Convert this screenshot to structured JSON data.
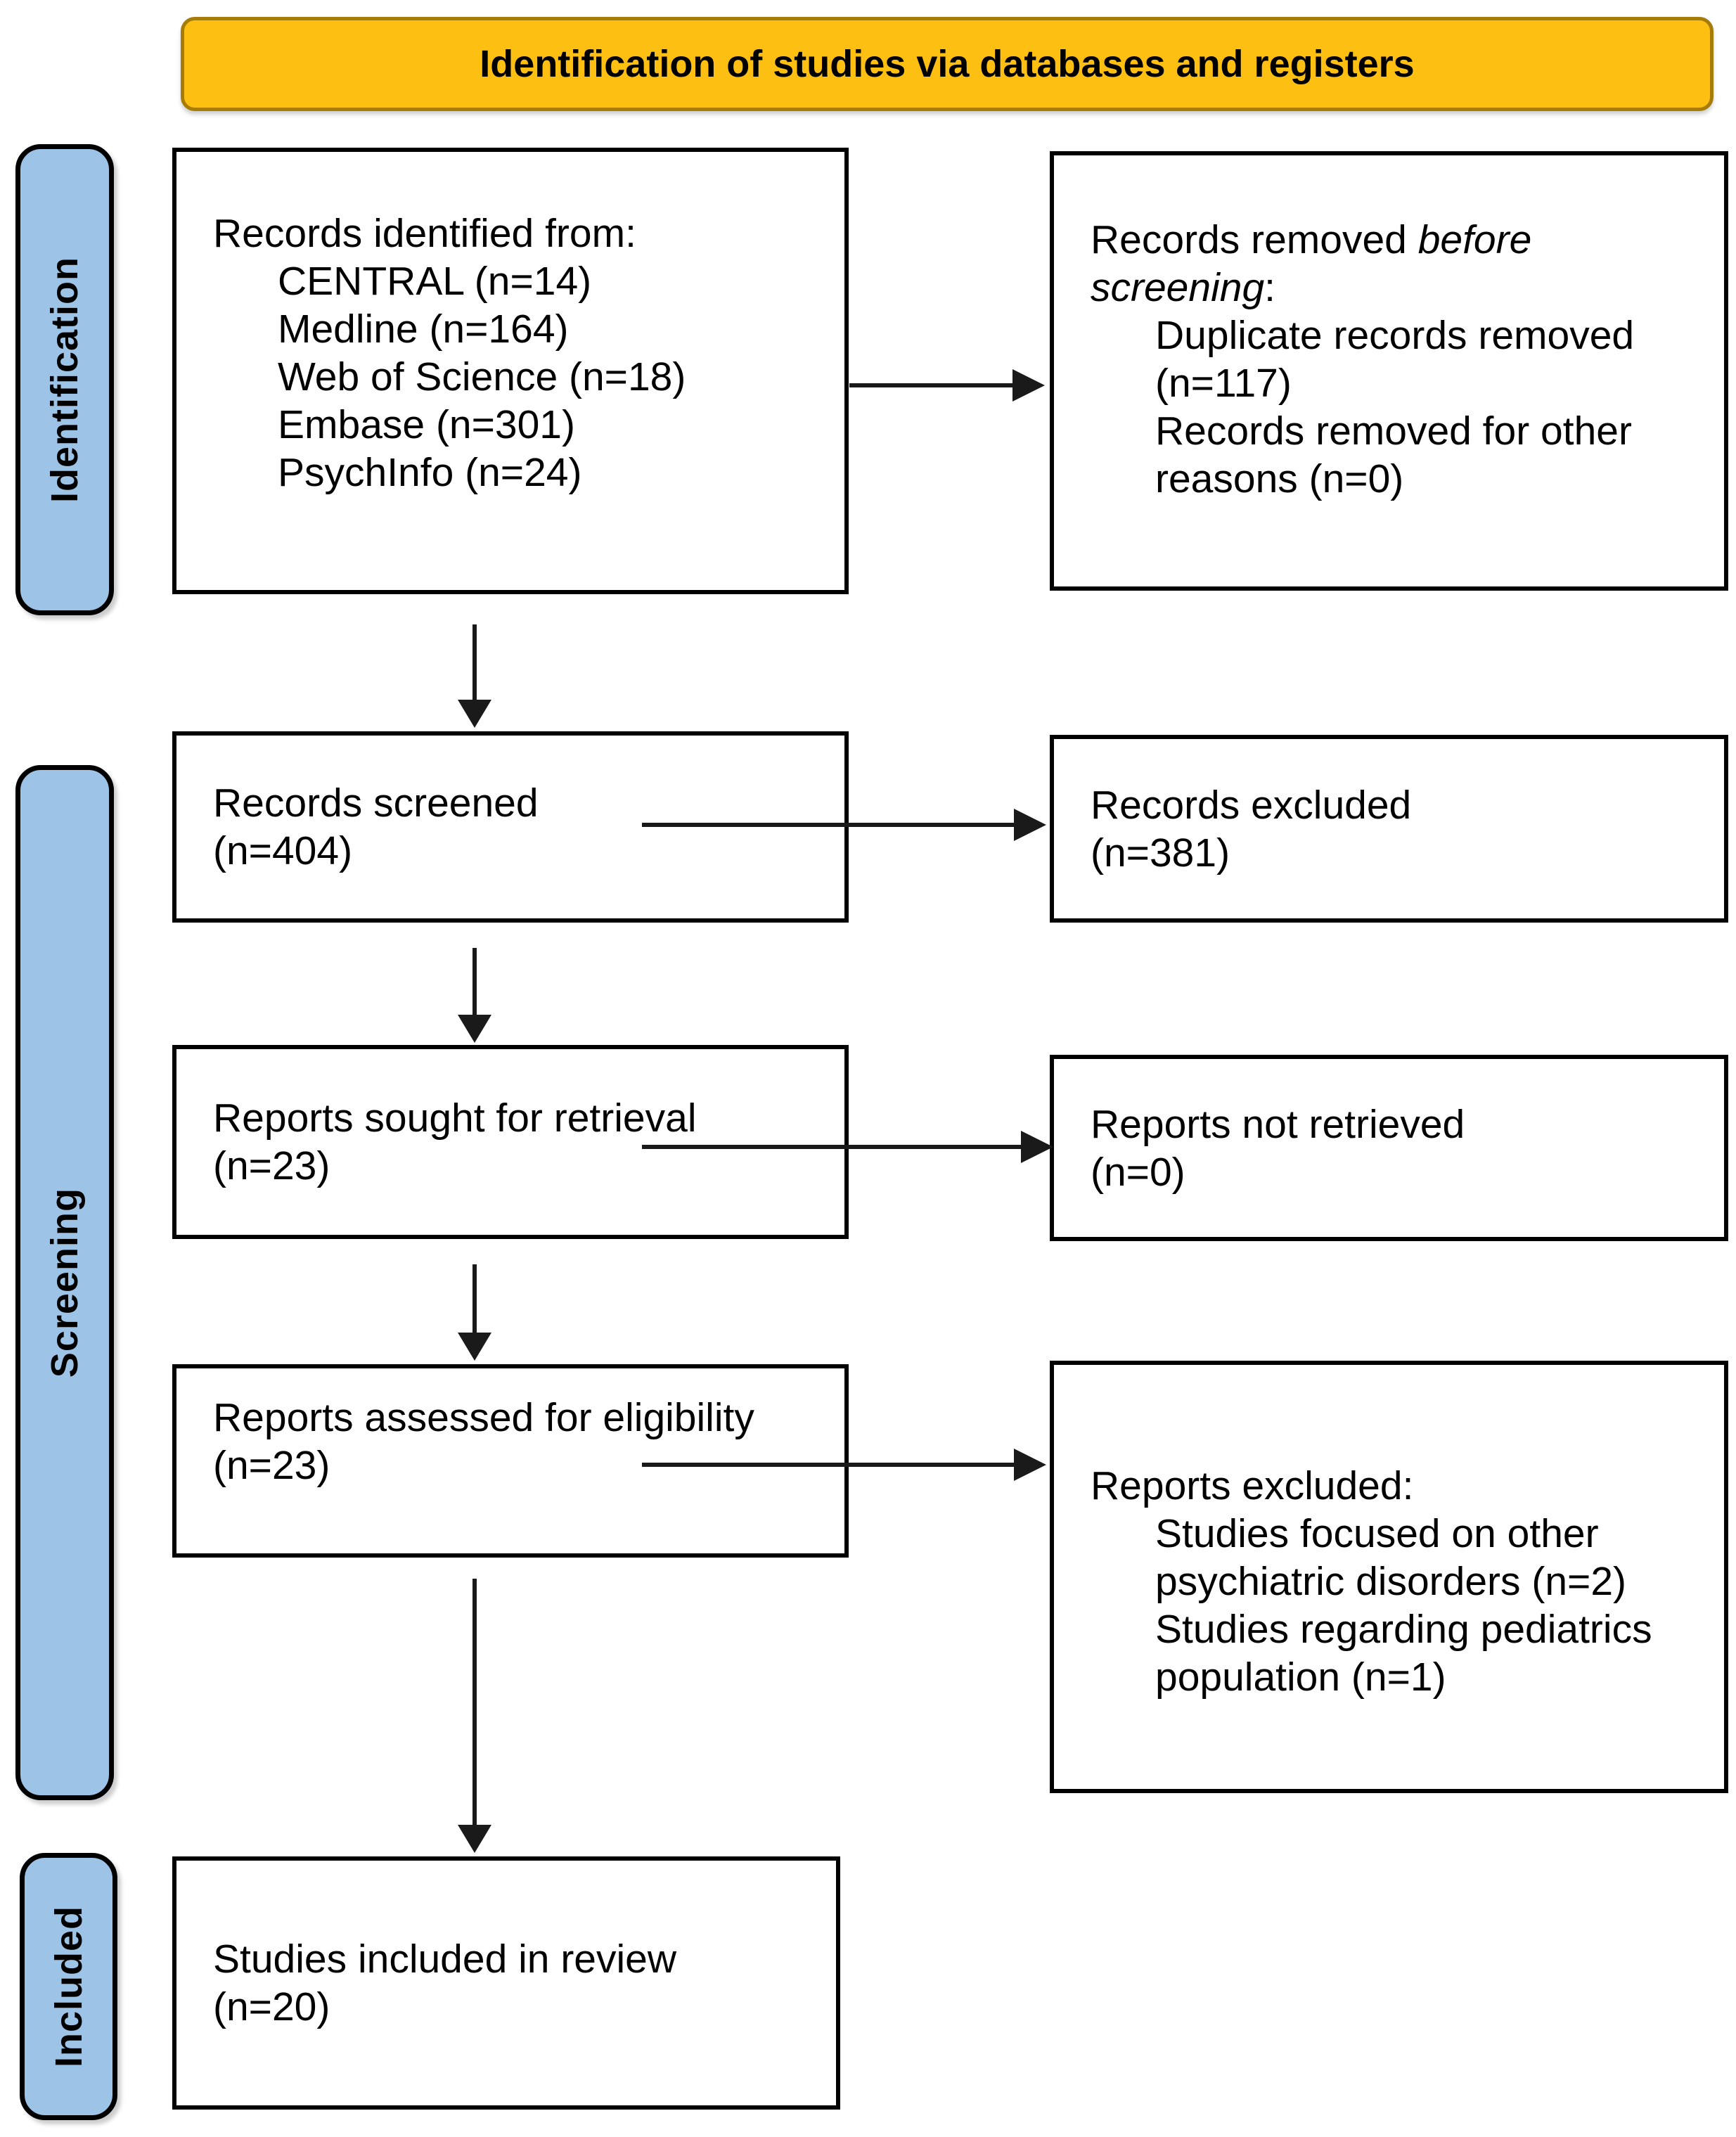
{
  "banner": {
    "title": "Identification of studies via databases and registers"
  },
  "stages": [
    {
      "label": "Identification"
    },
    {
      "label": "Screening"
    },
    {
      "label": "Included"
    }
  ],
  "boxes": [
    {
      "id": "records-identified",
      "lines": [
        {
          "indent": 0,
          "segs": [
            {
              "text": "Records identified from:"
            }
          ]
        },
        {
          "indent": 1,
          "segs": [
            {
              "text": "CENTRAL (n=14)"
            }
          ]
        },
        {
          "indent": 1,
          "segs": [
            {
              "text": "Medline (n=164)"
            }
          ]
        },
        {
          "indent": 1,
          "segs": [
            {
              "text": "Web of Science (n=18)"
            }
          ]
        },
        {
          "indent": 1,
          "segs": [
            {
              "text": "Embase (n=301)"
            }
          ]
        },
        {
          "indent": 1,
          "segs": [
            {
              "text": "PsychInfo (n=24)"
            }
          ]
        }
      ]
    },
    {
      "id": "records-removed-before-screening",
      "lines": [
        {
          "indent": 0,
          "segs": [
            {
              "text": "Records removed "
            },
            {
              "text": "before",
              "italic": true
            }
          ]
        },
        {
          "indent": 0,
          "segs": [
            {
              "text": "screening",
              "italic": true
            },
            {
              "text": ":"
            }
          ]
        },
        {
          "indent": 1,
          "segs": [
            {
              "text": "Duplicate records removed"
            }
          ]
        },
        {
          "indent": 1,
          "segs": [
            {
              "text": "(n=117)"
            }
          ]
        },
        {
          "indent": 1,
          "segs": [
            {
              "text": "Records removed for other"
            }
          ]
        },
        {
          "indent": 1,
          "segs": [
            {
              "text": "reasons (n=0)"
            }
          ]
        }
      ]
    },
    {
      "id": "records-screened",
      "lines": [
        {
          "indent": 0,
          "segs": [
            {
              "text": "Records screened"
            }
          ]
        },
        {
          "indent": 0,
          "segs": [
            {
              "text": "(n=404)"
            }
          ]
        }
      ]
    },
    {
      "id": "records-excluded",
      "lines": [
        {
          "indent": 0,
          "segs": [
            {
              "text": "Records excluded"
            }
          ]
        },
        {
          "indent": 0,
          "segs": [
            {
              "text": "(n=381)"
            }
          ]
        }
      ]
    },
    {
      "id": "reports-sought-for-retrieval",
      "lines": [
        {
          "indent": 0,
          "segs": [
            {
              "text": "Reports sought for retrieval"
            }
          ]
        },
        {
          "indent": 0,
          "segs": [
            {
              "text": "(n=23)"
            }
          ]
        }
      ]
    },
    {
      "id": "reports-not-retrieved",
      "lines": [
        {
          "indent": 0,
          "segs": [
            {
              "text": "Reports not retrieved"
            }
          ]
        },
        {
          "indent": 0,
          "segs": [
            {
              "text": "(n=0)"
            }
          ]
        }
      ]
    },
    {
      "id": "reports-assessed-for-eligibility",
      "lines": [
        {
          "indent": 0,
          "segs": [
            {
              "text": "Reports assessed for eligibility"
            }
          ]
        },
        {
          "indent": 0,
          "segs": [
            {
              "text": "(n=23)"
            }
          ]
        }
      ]
    },
    {
      "id": "reports-excluded",
      "lines": [
        {
          "indent": 0,
          "segs": [
            {
              "text": "Reports excluded:"
            }
          ]
        },
        {
          "indent": 1,
          "segs": [
            {
              "text": "Studies focused on other"
            }
          ]
        },
        {
          "indent": 1,
          "segs": [
            {
              "text": "psychiatric disorders (n=2)"
            }
          ]
        },
        {
          "indent": 1,
          "segs": [
            {
              "text": "Studies regarding pediatrics"
            }
          ]
        },
        {
          "indent": 1,
          "segs": [
            {
              "text": "population (n=1)"
            }
          ]
        }
      ]
    },
    {
      "id": "studies-included-in-review",
      "lines": [
        {
          "indent": 0,
          "segs": [
            {
              "text": "Studies included in review"
            }
          ]
        },
        {
          "indent": 0,
          "segs": [
            {
              "text": "(n=20)"
            }
          ]
        }
      ]
    }
  ],
  "colors": {
    "banner_fill": "#FCBF12",
    "banner_border": "#A77B08",
    "stage_fill": "#9DC3E6",
    "box_border": "#000000",
    "arrow": "#1A1A1A"
  }
}
